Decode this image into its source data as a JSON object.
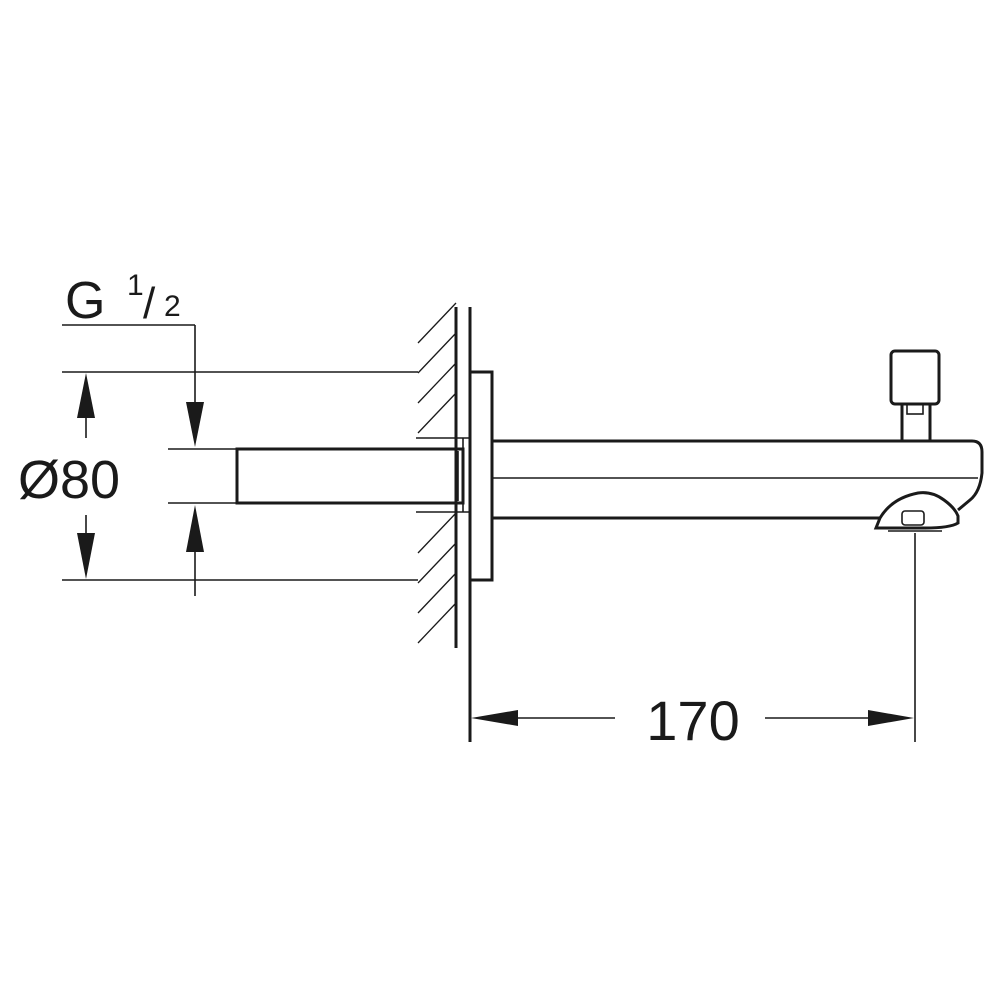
{
  "drawing": {
    "thread_label": {
      "prefix": "G",
      "numerator": "1",
      "slash": "/",
      "denominator": "2"
    },
    "diameter_label": "Ø80",
    "projection_label": "170",
    "colors": {
      "line": "#1a1a1a",
      "background": "#ffffff"
    }
  }
}
